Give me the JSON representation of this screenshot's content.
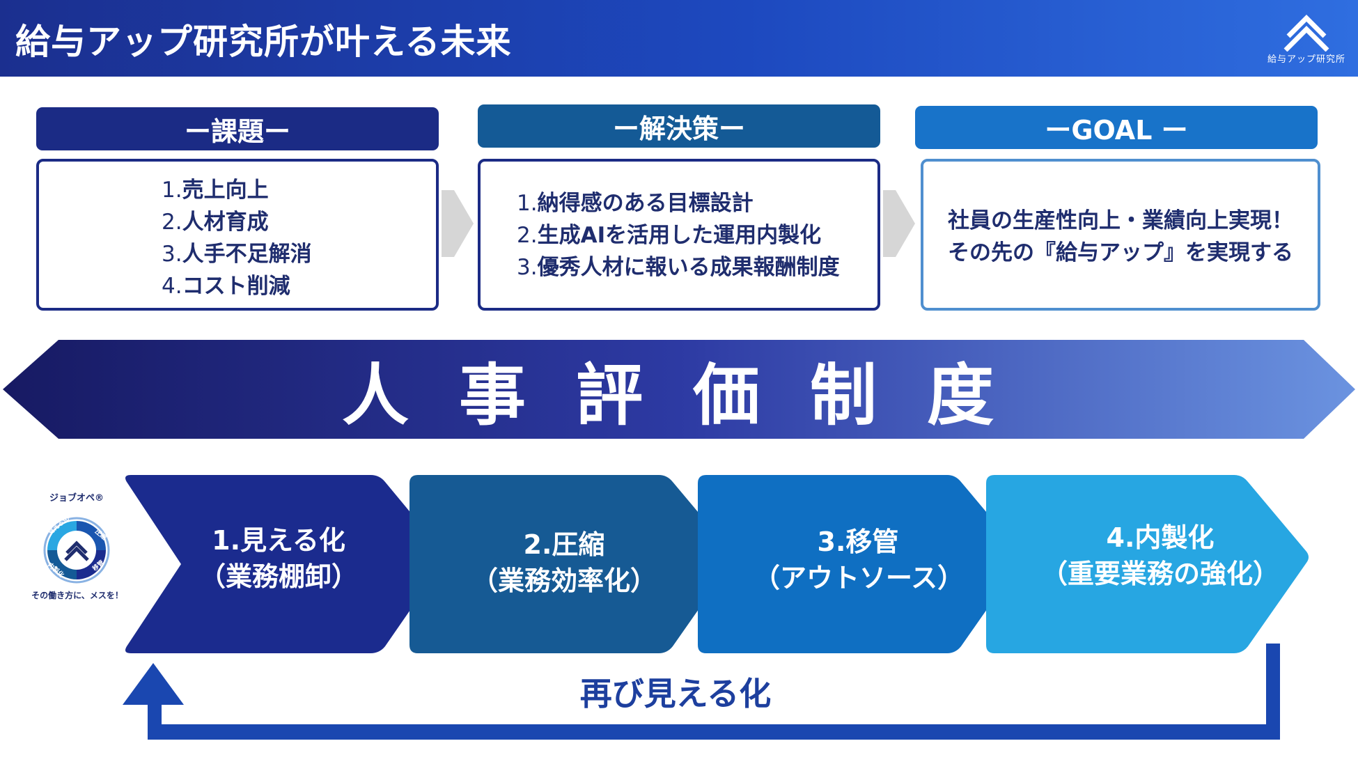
{
  "header": {
    "title": "給与アップ研究所が叶える未来",
    "logo_text": "給与アップ研究所"
  },
  "columns": [
    {
      "heading": "ー課題ー",
      "color": "#1b2b85",
      "items": [
        {
          "num": "1.",
          "text": "売上向上"
        },
        {
          "num": "2.",
          "text": "人材育成"
        },
        {
          "num": "3.",
          "text": "人手不足解消"
        },
        {
          "num": "4.",
          "text": "コスト削減"
        }
      ]
    },
    {
      "heading": "ー解決策ー",
      "color": "#145a96",
      "items": [
        {
          "num": "1.",
          "text": "納得感のある目標設計"
        },
        {
          "num": "2.",
          "text": "生成AIを活用した運用内製化"
        },
        {
          "num": "3.",
          "text": "優秀人材に報いる成果報酬制度"
        }
      ]
    },
    {
      "heading": "ーGOAL ー",
      "color": "#1873c9",
      "lines": [
        "社員の生産性向上・業績向上実現！",
        "その先の『給与アップ』を実現する"
      ]
    }
  ],
  "band": {
    "title": "人事評価制度",
    "color_start": "#171a63",
    "color_end": "#6b93e0"
  },
  "badge": {
    "name": "ジョブオペ®",
    "segments": [
      "見える化",
      "圧縮",
      "移管",
      "内製化"
    ],
    "tagline": "その働き方に、メスを！"
  },
  "cycle": {
    "steps": [
      {
        "line1": "1.見える化",
        "line2": "（業務棚卸）",
        "color": "#1b2b8e"
      },
      {
        "line1": "2.圧縮",
        "line2": "（業務効率化）",
        "color": "#165a94"
      },
      {
        "line1": "3.移管",
        "line2": "（アウトソース）",
        "color": "#0f6fc2"
      },
      {
        "line1": "4.内製化",
        "line2": "（重要業務の強化）",
        "color": "#27a6e2"
      }
    ],
    "loop_label": "再び見える化",
    "loop_color": "#1a47b0"
  }
}
